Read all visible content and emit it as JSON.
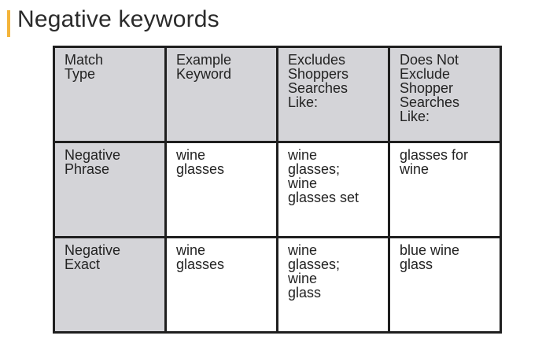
{
  "slide": {
    "title": "Negative keywords",
    "accent_color": "#f4b43a",
    "header_fill_color": "#d4d4d8"
  },
  "table": {
    "headers": [
      [
        "Match",
        "Type"
      ],
      [
        "Example",
        "Keyword"
      ],
      [
        "Excludes",
        "Shoppers",
        "Searches",
        "Like:"
      ],
      [
        "Does Not",
        "Exclude",
        "Shopper",
        "Searches",
        "Like:"
      ]
    ],
    "rows": [
      {
        "match_type": [
          "Negative",
          "Phrase"
        ],
        "example_keyword": [
          "wine",
          "glasses"
        ],
        "excludes": [
          "wine",
          "glasses;",
          "wine",
          "glasses set"
        ],
        "does_not_exclude": [
          "glasses for",
          "wine"
        ]
      },
      {
        "match_type": [
          "Negative",
          "Exact"
        ],
        "example_keyword": [
          "wine",
          "glasses"
        ],
        "excludes": [
          "wine",
          "glasses;",
          "wine",
          "glass"
        ],
        "does_not_exclude": [
          "blue wine",
          "glass"
        ]
      }
    ]
  }
}
